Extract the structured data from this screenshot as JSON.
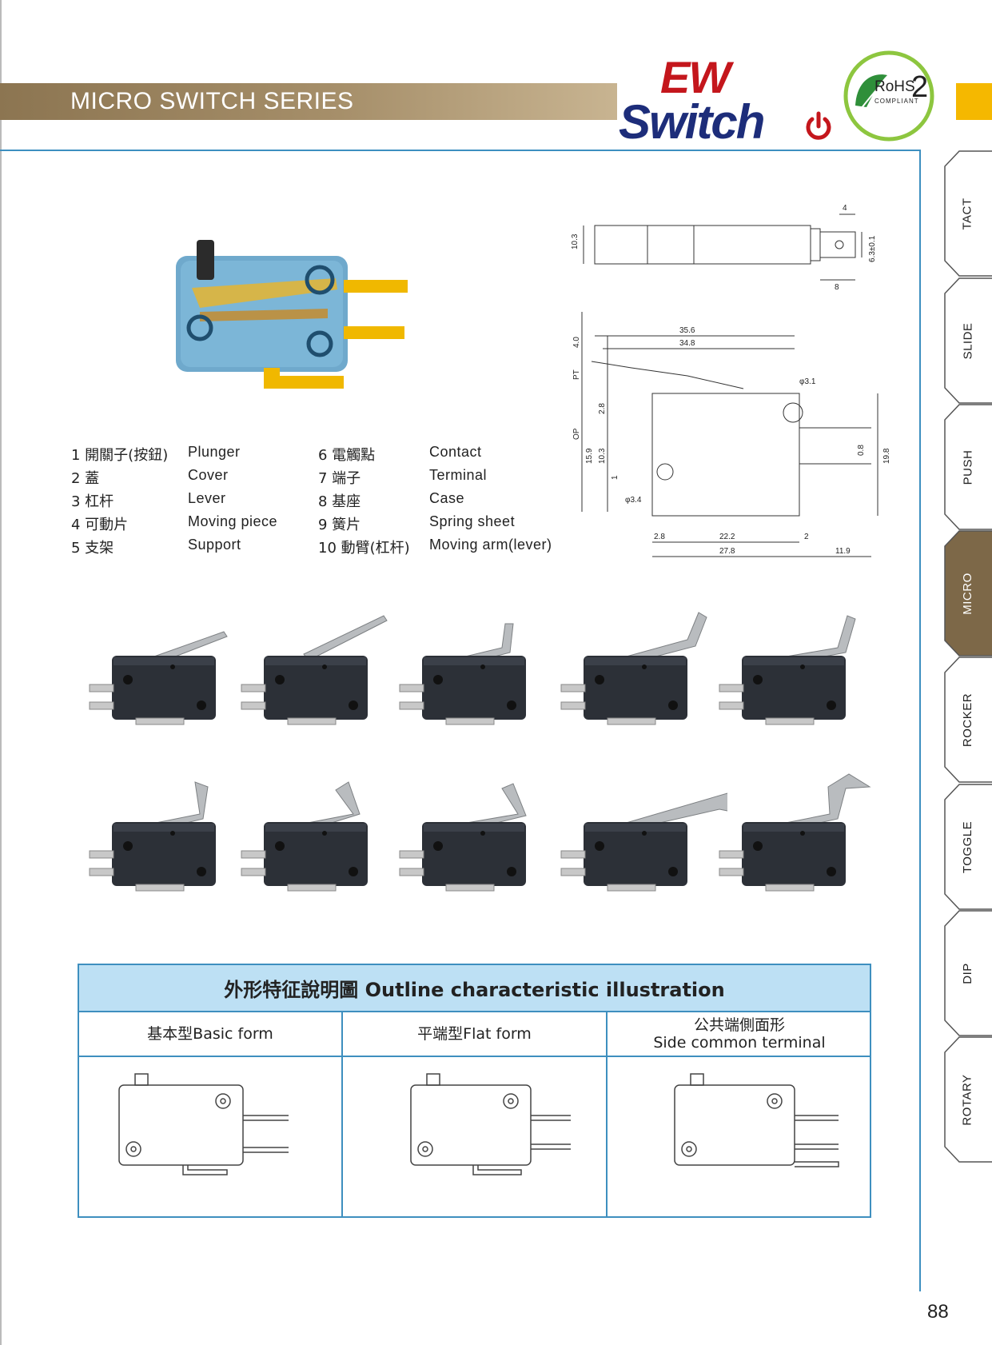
{
  "header": {
    "series_title": "MICRO SWITCH  SERIES",
    "brand_top": "EW",
    "brand_bottom": "Switch",
    "rohs_label": "RoHS",
    "rohs_number": "2",
    "rohs_sub": "COMPLIANT"
  },
  "side_tabs": [
    {
      "label": "TACT",
      "active": false
    },
    {
      "label": "SLIDE",
      "active": false
    },
    {
      "label": "PUSH",
      "active": false
    },
    {
      "label": "MICRO",
      "active": true
    },
    {
      "label": "ROCKER",
      "active": false
    },
    {
      "label": "TOGGLE",
      "active": false
    },
    {
      "label": "DIP",
      "active": false
    },
    {
      "label": "ROTARY",
      "active": false
    }
  ],
  "parts": [
    {
      "zh": "1 開關子(按鈕)",
      "en": "Plunger"
    },
    {
      "zh": "2 蓋",
      "en": "Cover"
    },
    {
      "zh": "3 杠杆",
      "en": "Lever"
    },
    {
      "zh": "4 可動片",
      "en": "Moving  piece"
    },
    {
      "zh": "5 支架",
      "en": "Support"
    },
    {
      "zh": "6 電觸點",
      "en": "Contact"
    },
    {
      "zh": "7 端子",
      "en": "Terminal"
    },
    {
      "zh": "8 基座",
      "en": "Case"
    },
    {
      "zh": "9 簧片",
      "en": "Spring sheet"
    },
    {
      "zh": "10 動臂(杠杆)",
      "en": "Moving arm(lever)"
    }
  ],
  "dimensions": {
    "top_view": {
      "height": "10.3",
      "tab_width": "4",
      "tab_height": "6.3±0.1",
      "tab_len": "8"
    },
    "side_view": {
      "overall_1": "35.6",
      "overall_2": "34.8",
      "pt": "PT",
      "pt_val": "4.0",
      "op": "OP",
      "d1": "2.8",
      "d2": "15.9",
      "d3": "10.3",
      "d4": "1",
      "phi_31": "φ3.1",
      "phi_34": "φ3.4",
      "gap": "0.8",
      "height": "19.8",
      "b1": "2.8",
      "b2": "22.2",
      "b3": "2",
      "b4": "27.8",
      "b5": "11.9"
    }
  },
  "outline": {
    "title": "外形特征說明圖 Outline characteristic illustration",
    "columns": [
      {
        "title": "基本型Basic form"
      },
      {
        "title_zh": "公共端側面形",
        "title_en": "Side common terminal"
      },
      {
        "title": "平端型Flat form"
      }
    ]
  },
  "page_number": "88"
}
